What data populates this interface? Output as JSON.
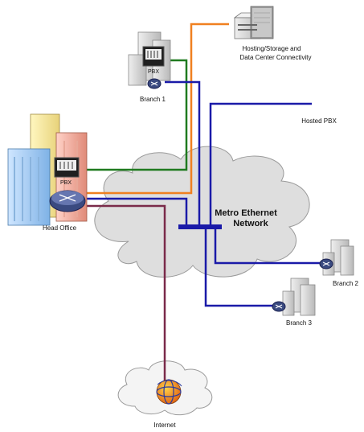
{
  "labels": {
    "hosting_line1": "Hosting/Storage and",
    "hosting_line2": "Data Center Connectivity",
    "branch1": "Branch 1",
    "hosted_pbx": "Hosted PBX",
    "metro_line1": "Metro Ethernet",
    "metro_line2": "Network",
    "head_office": "Head Office",
    "pbx": "PBX",
    "branch2": "Branch 2",
    "branch3": "Branch 3",
    "internet": "Internet"
  },
  "colors": {
    "ethernet_link": "#1a1aa8",
    "pbx_link": "#1f7a1f",
    "datacenter_link": "#f08020",
    "internet_link": "#7a2a4a",
    "cloud_fill": "#dedede",
    "router_fill": "#3a4a80"
  },
  "icons": [
    "server-icon",
    "building-icon",
    "pbx-icon",
    "router-icon",
    "cloud-icon",
    "globe-icon"
  ]
}
